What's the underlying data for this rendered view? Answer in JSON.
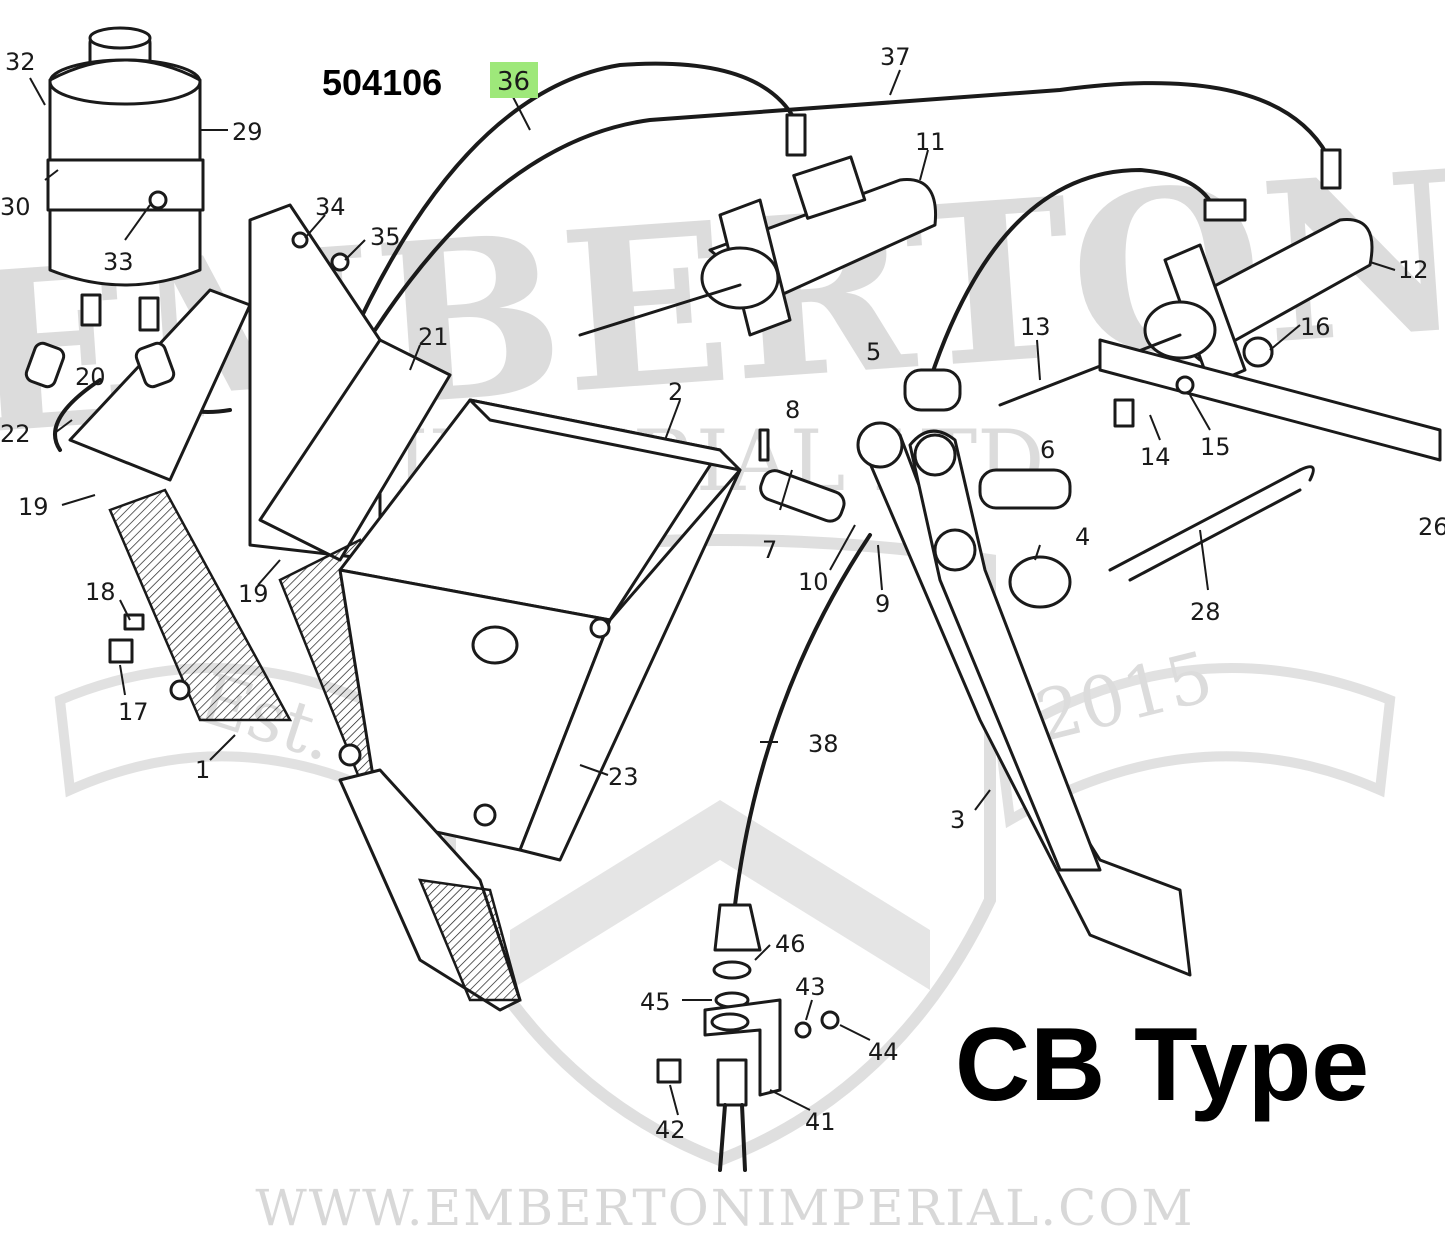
{
  "part_number": "504106",
  "highlighted_callout": "36",
  "type_label": "CB Type",
  "watermark": {
    "brand": "EMBERTON",
    "sub": "IMPERIAL LTD",
    "est": "Est.",
    "year": "2015",
    "url": "WWW.EMBERTONIMPERIAL.COM"
  },
  "callouts": {
    "c1": "1",
    "c2": "2",
    "c3": "3",
    "c4": "4",
    "c5": "5",
    "c6": "6",
    "c7": "7",
    "c8": "8",
    "c9": "9",
    "c10": "10",
    "c11": "11",
    "c12": "12",
    "c13": "13",
    "c14": "14",
    "c15": "15",
    "c16": "16",
    "c17": "17",
    "c18": "18",
    "c19a": "19",
    "c19b": "19",
    "c20": "20",
    "c21": "21",
    "c22": "22",
    "c23": "23",
    "c26": "26",
    "c28": "28",
    "c29": "29",
    "c30": "30",
    "c32": "32",
    "c33": "33",
    "c34": "34",
    "c35": "35",
    "c37": "37",
    "c38": "38",
    "c41": "41",
    "c42": "42",
    "c43": "43",
    "c44": "44",
    "c45": "45",
    "c46": "46"
  },
  "colors": {
    "highlight": "#9ee87a",
    "watermark": "#d9d9d9",
    "ink": "#1a1a1a"
  }
}
